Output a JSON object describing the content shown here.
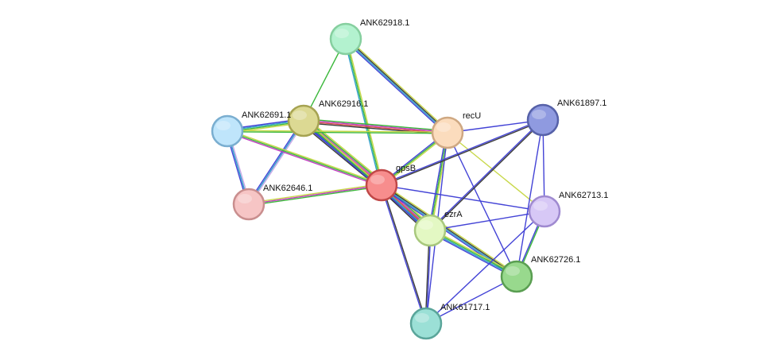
{
  "nodes": [
    {
      "id": "ANK62918.1",
      "label": "ANK62918.1",
      "color": "#b3f2cf",
      "stroke": "#86cf9f"
    },
    {
      "id": "ANK62916.1",
      "label": "ANK62916.1",
      "color": "#dcd993",
      "stroke": "#a6a352"
    },
    {
      "id": "ANK62691.1",
      "label": "ANK62691.1",
      "color": "#bfe5fb",
      "stroke": "#7aaed0"
    },
    {
      "id": "recU",
      "label": "recU",
      "color": "#fbdcbd",
      "stroke": "#cfa882"
    },
    {
      "id": "ANK61897.1",
      "label": "ANK61897.1",
      "color": "#8f9ae0",
      "stroke": "#5661a8"
    },
    {
      "id": "gpsB",
      "label": "gpsB",
      "color": "#f78d8d",
      "stroke": "#c04848"
    },
    {
      "id": "ANK62646.1",
      "label": "ANK62646.1",
      "color": "#f6c5c5",
      "stroke": "#c98e8e"
    },
    {
      "id": "ANK62713.1",
      "label": "ANK62713.1",
      "color": "#d7c8f6",
      "stroke": "#9f8ad0"
    },
    {
      "id": "ezrA",
      "label": "ezrA",
      "color": "#e3f8c3",
      "stroke": "#a8c87d"
    },
    {
      "id": "ANK62726.1",
      "label": "ANK62726.1",
      "color": "#98d98d",
      "stroke": "#5a9e52"
    },
    {
      "id": "ANK61717.1",
      "label": "ANK61717.1",
      "color": "#9be0d6",
      "stroke": "#5aa59a"
    }
  ],
  "edges": [
    {
      "source": "ANK62918.1",
      "target": "ANK62916.1",
      "colors": [
        "#3cb83c"
      ]
    },
    {
      "source": "ANK62918.1",
      "target": "gpsB",
      "colors": [
        "#c8d84a",
        "#3cb83c",
        "#2fa0c8"
      ]
    },
    {
      "source": "ANK62918.1",
      "target": "recU",
      "colors": [
        "#c8d84a",
        "#3b3b3b",
        "#2fa0c8",
        "#4343d6"
      ]
    },
    {
      "source": "ANK62916.1",
      "target": "ANK62691.1",
      "colors": [
        "#c8d84a",
        "#3cb83c",
        "#2fa0c8",
        "#4343d6"
      ]
    },
    {
      "source": "ANK62916.1",
      "target": "recU",
      "colors": [
        "#3cb83c",
        "#c03cc0",
        "#d84a4a",
        "#3b3b3b"
      ]
    },
    {
      "source": "ANK62916.1",
      "target": "gpsB",
      "colors": [
        "#c8d84a",
        "#3cb83c",
        "#c03cc0",
        "#d84a4a",
        "#2fa0c8",
        "#4343d6",
        "#3b3b3b"
      ]
    },
    {
      "source": "ANK62916.1",
      "target": "ANK62646.1",
      "colors": [
        "#c8a8e8",
        "#2fa0c8",
        "#4343d6"
      ]
    },
    {
      "source": "ANK62916.1",
      "target": "ezrA",
      "colors": [
        "#c8d84a",
        "#3cb83c",
        "#4343d6"
      ]
    },
    {
      "source": "ANK62691.1",
      "target": "ANK62646.1",
      "colors": [
        "#c8a8e8",
        "#2fa0c8",
        "#4343d6"
      ]
    },
    {
      "source": "ANK62691.1",
      "target": "gpsB",
      "colors": [
        "#c8d84a",
        "#3cb83c",
        "#c03cc0"
      ]
    },
    {
      "source": "ANK62691.1",
      "target": "recU",
      "colors": [
        "#c8d84a",
        "#3cb83c"
      ]
    },
    {
      "source": "ANK62646.1",
      "target": "gpsB",
      "colors": [
        "#c8d84a",
        "#c03cc0",
        "#3cb83c"
      ]
    },
    {
      "source": "recU",
      "target": "gpsB",
      "colors": [
        "#c8d84a",
        "#3cb83c",
        "#4343d6"
      ]
    },
    {
      "source": "recU",
      "target": "ezrA",
      "colors": [
        "#c8d84a",
        "#3cb83c",
        "#4343d6"
      ]
    },
    {
      "source": "recU",
      "target": "ANK61897.1",
      "colors": [
        "#4343d6"
      ]
    },
    {
      "source": "recU",
      "target": "ANK62726.1",
      "colors": [
        "#4343d6"
      ]
    },
    {
      "source": "recU",
      "target": "ANK61717.1",
      "colors": [
        "#4343d6"
      ]
    },
    {
      "source": "recU",
      "target": "ANK62713.1",
      "colors": [
        "#c8d84a"
      ]
    },
    {
      "source": "gpsB",
      "target": "ezrA",
      "colors": [
        "#c8d84a",
        "#3cb83c",
        "#c03cc0",
        "#d84a4a",
        "#2fa0c8",
        "#4343d6",
        "#3b3b3b"
      ]
    },
    {
      "source": "gpsB",
      "target": "ANK61717.1",
      "colors": [
        "#3b3b3b",
        "#4343d6"
      ]
    },
    {
      "source": "gpsB",
      "target": "ANK62726.1",
      "colors": [
        "#c8d84a",
        "#3b3b3b",
        "#2fa0c8",
        "#4343d6"
      ]
    },
    {
      "source": "gpsB",
      "target": "ANK61897.1",
      "colors": [
        "#4343d6",
        "#3b3b3b"
      ]
    },
    {
      "source": "gpsB",
      "target": "ANK62713.1",
      "colors": [
        "#4343d6"
      ]
    },
    {
      "source": "ezrA",
      "target": "ANK61717.1",
      "colors": [
        "#4343d6",
        "#3b3b3b"
      ]
    },
    {
      "source": "ezrA",
      "target": "ANK62726.1",
      "colors": [
        "#c8d84a",
        "#3cb83c",
        "#2fa0c8",
        "#4343d6"
      ]
    },
    {
      "source": "ezrA",
      "target": "ANK61897.1",
      "colors": [
        "#4343d6",
        "#3b3b3b"
      ]
    },
    {
      "source": "ezrA",
      "target": "ANK62713.1",
      "colors": [
        "#4343d6"
      ]
    },
    {
      "source": "ANK61897.1",
      "target": "ANK62726.1",
      "colors": [
        "#4343d6"
      ]
    },
    {
      "source": "ANK61897.1",
      "target": "ANK62713.1",
      "colors": [
        "#4343d6"
      ]
    },
    {
      "source": "ANK62713.1",
      "target": "ANK62726.1",
      "colors": [
        "#3cb83c",
        "#4343d6"
      ]
    },
    {
      "source": "ANK62713.1",
      "target": "ANK61717.1",
      "colors": [
        "#4343d6"
      ]
    },
    {
      "source": "ANK62726.1",
      "target": "ANK61717.1",
      "colors": [
        "#4343d6"
      ]
    }
  ]
}
